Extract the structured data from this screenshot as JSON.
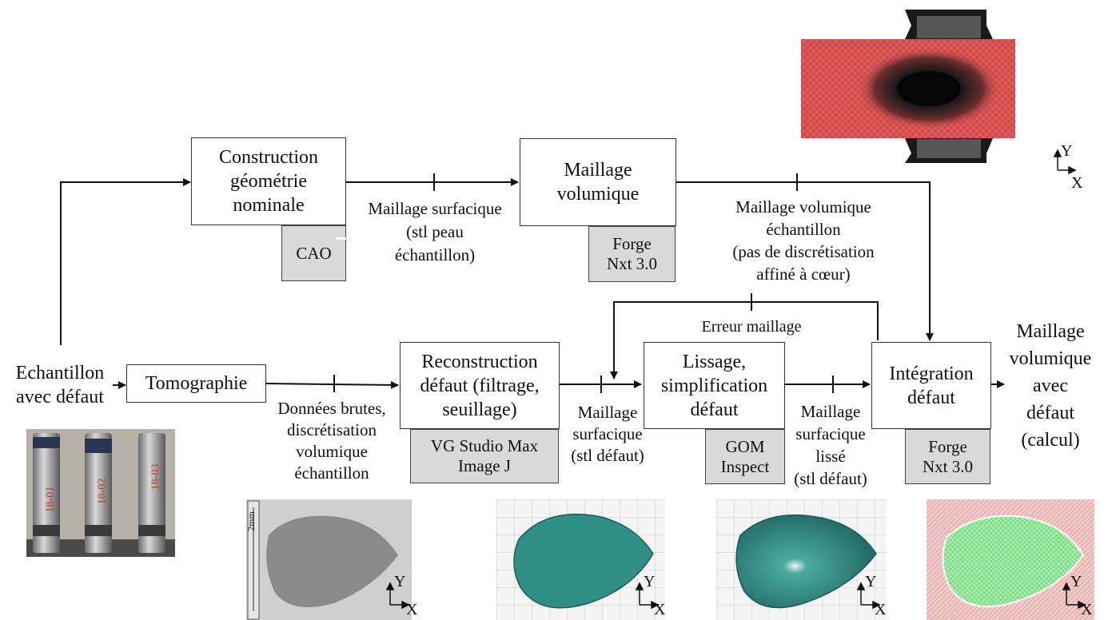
{
  "boxes": {
    "construction": "Construction\ngéométrie\nnominale",
    "maillage_vol": "Maillage\nvolumique",
    "tomographie": "Tomographie",
    "reconstruction": "Reconstruction\ndéfaut (filtrage,\nseuillage)",
    "lissage": "Lissage,\nsimplification\ndéfaut",
    "integration": "Intégration\ndéfaut"
  },
  "tools": {
    "cao": "CAO",
    "forge_top": "Forge\nNxt 3.0",
    "vgstudio": "VG Studio Max\nImage J",
    "gom": "GOM\nInspect",
    "forge_bottom": "Forge\nNxt 3.0"
  },
  "labels": {
    "echantillon": "Echantillon\navec défaut",
    "maillage_surf_peau": "Maillage surfacique\n(stl peau\néchantillon)",
    "maillage_vol_ech": "Maillage volumique\néchantillon\n(pas de discrétisation\naffiné à cœur)",
    "erreur": "Erreur maillage",
    "donnees_brutes": "Données brutes,\ndiscrétisation\nvolumique\néchantillon",
    "maillage_surf_defaut": "Maillage\nsurfacique\n(stl défaut)",
    "maillage_surf_lisse": "Maillage\nsurfacique\nlissé\n(stl défaut)",
    "output": "Maillage\nvolumique\navec\ndéfaut\n(calcul)"
  },
  "axes": {
    "y": "Y",
    "x": "X"
  },
  "scale_label": "2mm",
  "photo_marks": [
    "18-01",
    "18-02",
    "18-03"
  ],
  "colors": {
    "mesh_red": "#e05858",
    "mesh_dark": "#1a1a1a",
    "defect_teal": "#2f8f86",
    "defect_green": "#7fe08a",
    "ct_gray": "#8a8a8a",
    "tool_gray": "#d9d9d9"
  }
}
